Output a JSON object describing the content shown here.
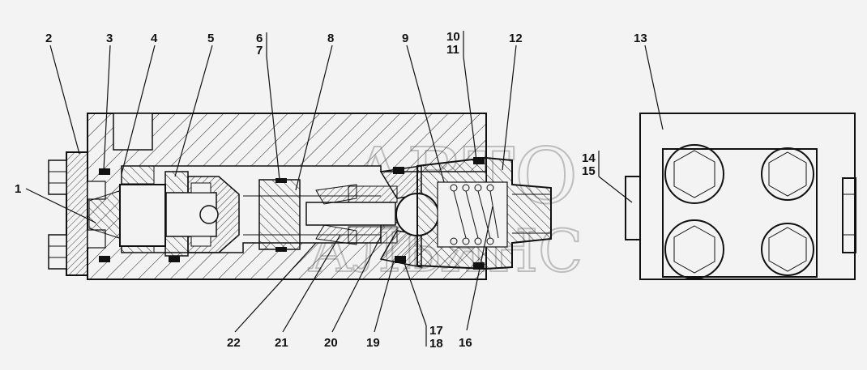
{
  "labels": [
    "1",
    "2",
    "3",
    "4",
    "5",
    "6",
    "7",
    "8",
    "9",
    "10",
    "11",
    "12",
    "13",
    "14",
    "15",
    "16",
    "17",
    "18",
    "19",
    "20",
    "21",
    "22"
  ],
  "watermark": {
    "top": "АВТО",
    "bottom": "АЛЬЯНС"
  },
  "colors": {
    "background": "#f3f3f3",
    "line": "#111111",
    "watermark": "#bdbdbd"
  }
}
